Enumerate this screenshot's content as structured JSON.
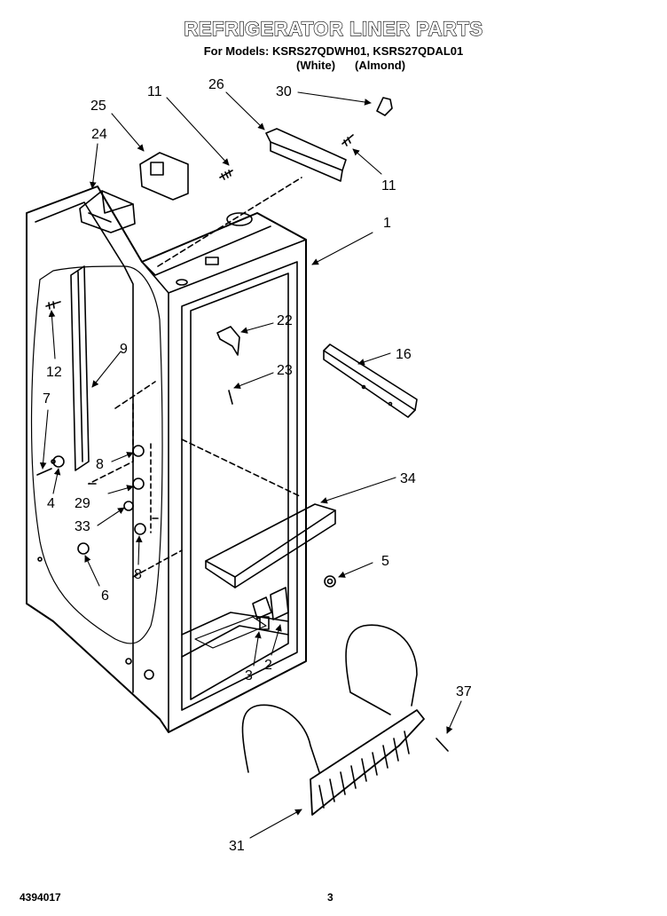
{
  "header": {
    "title": "REFRIGERATOR LINER PARTS",
    "models_line": "For Models: KSRS27QDWH01, KSRS27QDAL01",
    "variant_white": "(White)",
    "variant_almond": "(Almond)"
  },
  "footer": {
    "doc_number": "4394017",
    "page_number": "3"
  },
  "callouts": {
    "c1": "1",
    "c2": "2",
    "c3": "3",
    "c4": "4",
    "c5": "5",
    "c6": "6",
    "c7": "7",
    "c8a": "8",
    "c8b": "8",
    "c9": "9",
    "c11a": "11",
    "c11b": "11",
    "c12": "12",
    "c16": "16",
    "c22": "22",
    "c23": "23",
    "c24": "24",
    "c25": "25",
    "c26": "26",
    "c29": "29",
    "c30": "30",
    "c31": "31",
    "c33": "33",
    "c34": "34",
    "c37": "37"
  }
}
